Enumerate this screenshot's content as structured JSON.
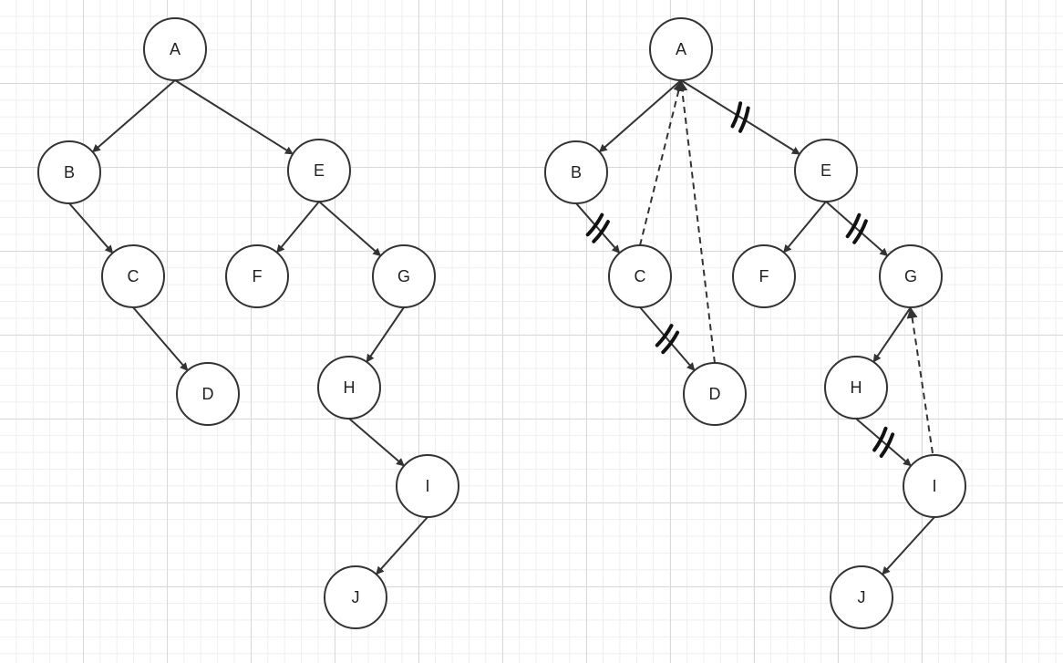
{
  "colors": {
    "line": "#333333",
    "mark": "#111111",
    "grid": "#d9d9d9"
  },
  "trees": [
    {
      "name": "original-tree",
      "nodes": [
        {
          "id": "A",
          "label": "A"
        },
        {
          "id": "B",
          "label": "B"
        },
        {
          "id": "E",
          "label": "E"
        },
        {
          "id": "C",
          "label": "C"
        },
        {
          "id": "F",
          "label": "F"
        },
        {
          "id": "G",
          "label": "G"
        },
        {
          "id": "D",
          "label": "D"
        },
        {
          "id": "H",
          "label": "H"
        },
        {
          "id": "I",
          "label": "I"
        },
        {
          "id": "J",
          "label": "J"
        }
      ],
      "edges": [
        {
          "from": "A",
          "to": "B"
        },
        {
          "from": "A",
          "to": "E"
        },
        {
          "from": "B",
          "to": "C"
        },
        {
          "from": "C",
          "to": "D"
        },
        {
          "from": "E",
          "to": "F"
        },
        {
          "from": "E",
          "to": "G"
        },
        {
          "from": "G",
          "to": "H"
        },
        {
          "from": "H",
          "to": "I"
        },
        {
          "from": "I",
          "to": "J"
        }
      ],
      "threads": []
    },
    {
      "name": "threaded-tree",
      "nodes": [
        {
          "id": "A",
          "label": "A"
        },
        {
          "id": "B",
          "label": "B"
        },
        {
          "id": "E",
          "label": "E"
        },
        {
          "id": "C",
          "label": "C"
        },
        {
          "id": "F",
          "label": "F"
        },
        {
          "id": "G",
          "label": "G"
        },
        {
          "id": "D",
          "label": "D"
        },
        {
          "id": "H",
          "label": "H"
        },
        {
          "id": "I",
          "label": "I"
        },
        {
          "id": "J",
          "label": "J"
        }
      ],
      "edges": [
        {
          "from": "A",
          "to": "B"
        },
        {
          "from": "A",
          "to": "E",
          "cut": true
        },
        {
          "from": "B",
          "to": "C",
          "cut": true
        },
        {
          "from": "C",
          "to": "D",
          "cut": true
        },
        {
          "from": "E",
          "to": "F"
        },
        {
          "from": "E",
          "to": "G",
          "cut": true
        },
        {
          "from": "G",
          "to": "H"
        },
        {
          "from": "H",
          "to": "I",
          "cut": true
        },
        {
          "from": "I",
          "to": "J"
        }
      ],
      "threads": [
        {
          "from": "C",
          "to": "A"
        },
        {
          "from": "D",
          "to": "A"
        },
        {
          "from": "I",
          "to": "G"
        }
      ]
    }
  ]
}
